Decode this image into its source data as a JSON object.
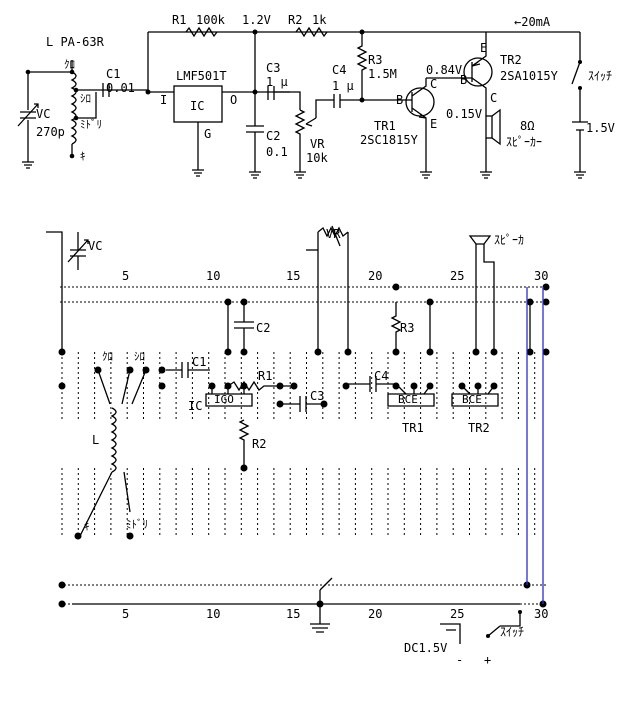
{
  "schematic": {
    "coil_label": "L PA-63R",
    "coil_taps": {
      "kuro": "ｸﾛ",
      "shiro": "ｼﾛ",
      "midori": "ﾐﾄﾞﾘ",
      "ki": "ｷ"
    },
    "vc": {
      "name": "VC",
      "value": "270p"
    },
    "c1": {
      "name": "C1",
      "value": "0.01"
    },
    "r1": {
      "name": "R1",
      "value": "100k"
    },
    "node_v1": "1.2V",
    "r2": {
      "name": "R2",
      "value": "1k"
    },
    "current": "←20mA",
    "ic": {
      "part": "LMF501T",
      "body": "IC",
      "pin_i": "I",
      "pin_o": "O",
      "pin_g": "G"
    },
    "c2": {
      "name": "C2",
      "value": "0.1"
    },
    "c3": {
      "name": "C3",
      "value": "1 μ"
    },
    "vr": {
      "name": "VR",
      "value": "10k"
    },
    "c4": {
      "name": "C4",
      "value": "1 μ"
    },
    "r3": {
      "name": "R3",
      "value": "1.5M"
    },
    "tr1": {
      "name": "TR1",
      "part": "2SC1815Y",
      "b": "B",
      "c": "C",
      "e": "E"
    },
    "tr2": {
      "name": "TR2",
      "part": "2SA1015Y",
      "b": "B",
      "c": "C",
      "e": "E"
    },
    "v_base2": "0.84V",
    "v_col2": "0.15V",
    "speaker": "8Ω",
    "speaker_label": "ｽﾋﾟｰｶｰ",
    "switch_label": "ｽｲｯﾁ",
    "battery": "1.5V"
  },
  "board": {
    "col_numbers_top": [
      "5",
      "10",
      "15",
      "20",
      "25",
      "30"
    ],
    "col_numbers_bottom": [
      "5",
      "10",
      "15",
      "20",
      "25",
      "30"
    ],
    "vc": "VC",
    "vr": "VR",
    "speaker": "ｽﾋﾟｰｶ",
    "c1": "C1",
    "c2": "C2",
    "c3": "C3",
    "c4": "C4",
    "r1": "R1",
    "r2": "R2",
    "r3": "R3",
    "ic_label": "IC",
    "ic_pins": "IGO",
    "tr1": "TR1",
    "tr2": "TR2",
    "tr_pins": "BCE",
    "coil": "L",
    "kuro": "ｸﾛ",
    "shiro": "ｼﾛ",
    "ki": "ｷ",
    "midori": "ﾐﾄﾞﾘ",
    "dc": "DC1.5V",
    "minus": "-",
    "plus": "+",
    "switch": "ｽｲｯﾁ"
  }
}
